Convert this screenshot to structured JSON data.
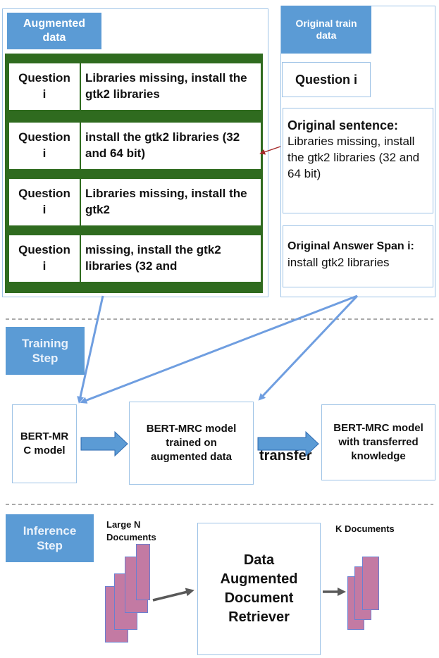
{
  "augmented": {
    "title": "Augmented data",
    "rows": [
      {
        "question": "Question i",
        "text": "Libraries missing, install the gtk2 libraries"
      },
      {
        "question": "Question i",
        "text": "install the gtk2 libraries (32 and 64 bit)"
      },
      {
        "question": "Question i",
        "text": "Libraries missing, install the gtk2"
      },
      {
        "question": "Question i",
        "text": "missing, install the gtk2 libraries (32 and"
      }
    ]
  },
  "original": {
    "title": "Original train data",
    "question": "Question i",
    "sentence_label": "Original sentence:",
    "sentence_text": "Libraries missing, install the gtk2 libraries (32 and 64 bit)",
    "answer_label": "Original Answer Span i:",
    "answer_text": "install gtk2 libraries"
  },
  "training": {
    "title": "Training Step",
    "model1": "BERT-MRC model",
    "model2": "BERT-MRC model trained on augmented data",
    "transfer_label": "transfer",
    "model3": "BERT-MRC model with transferred knowledge"
  },
  "inference": {
    "title": "Inference Step",
    "large_docs": "Large N Documents",
    "retriever": "Data Augmented Document Retriever",
    "k_docs": "K Documents"
  },
  "colors": {
    "accent": "#5b9bd5",
    "frame": "#9ec3e6",
    "green": "#2f6b1f",
    "doc": "#c37aa3",
    "arrow": "#6f9ee0",
    "grey_arrow": "#595959",
    "red_arrow": "#a52a2a"
  }
}
